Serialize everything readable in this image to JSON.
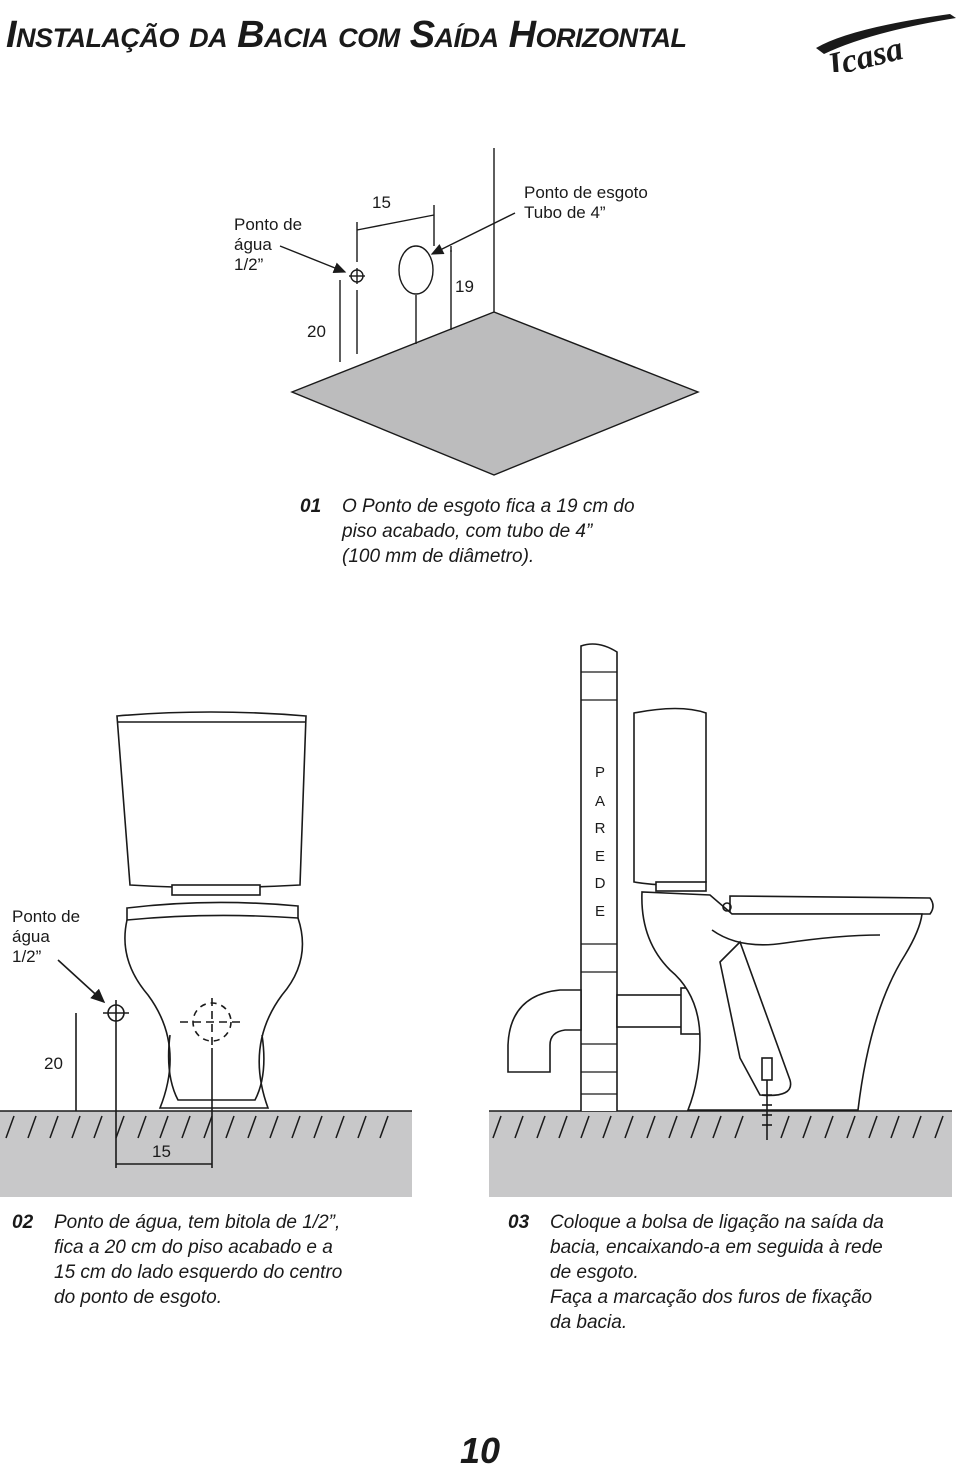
{
  "header": {
    "title": "Instalação da Bacia com Saída Horizontal",
    "brand": "Icasa"
  },
  "figure1": {
    "water_label": "Ponto de\nágua\n1/2”",
    "sewer_label": "Ponto de esgoto\nTubo de 4”",
    "dim_15": "15",
    "dim_19": "19",
    "dim_20": "20"
  },
  "step1": {
    "number": "01",
    "text": "O Ponto de esgoto fica a 19 cm do\npiso acabado, com tubo de 4”\n(100 mm de diâmetro)."
  },
  "figure2": {
    "water_label": "Ponto de\nágua\n1/2”",
    "dim_20": "20",
    "dim_15": "15"
  },
  "figure3": {
    "wall_letters": [
      "P",
      "A",
      "R",
      "E",
      "D",
      "E"
    ]
  },
  "step2": {
    "number": "02",
    "text": "Ponto de água, tem bitola de 1/2”,\nfica a 20 cm do piso acabado e a\n15 cm do lado esquerdo do centro\ndo ponto de esgoto."
  },
  "step3": {
    "number": "03",
    "text": "Coloque a bolsa de ligação na saída da\nbacia, encaixando-a em seguida à rede\nde esgoto.\nFaça a marcação dos furos de fixação\nda bacia."
  },
  "page_number": "10"
}
